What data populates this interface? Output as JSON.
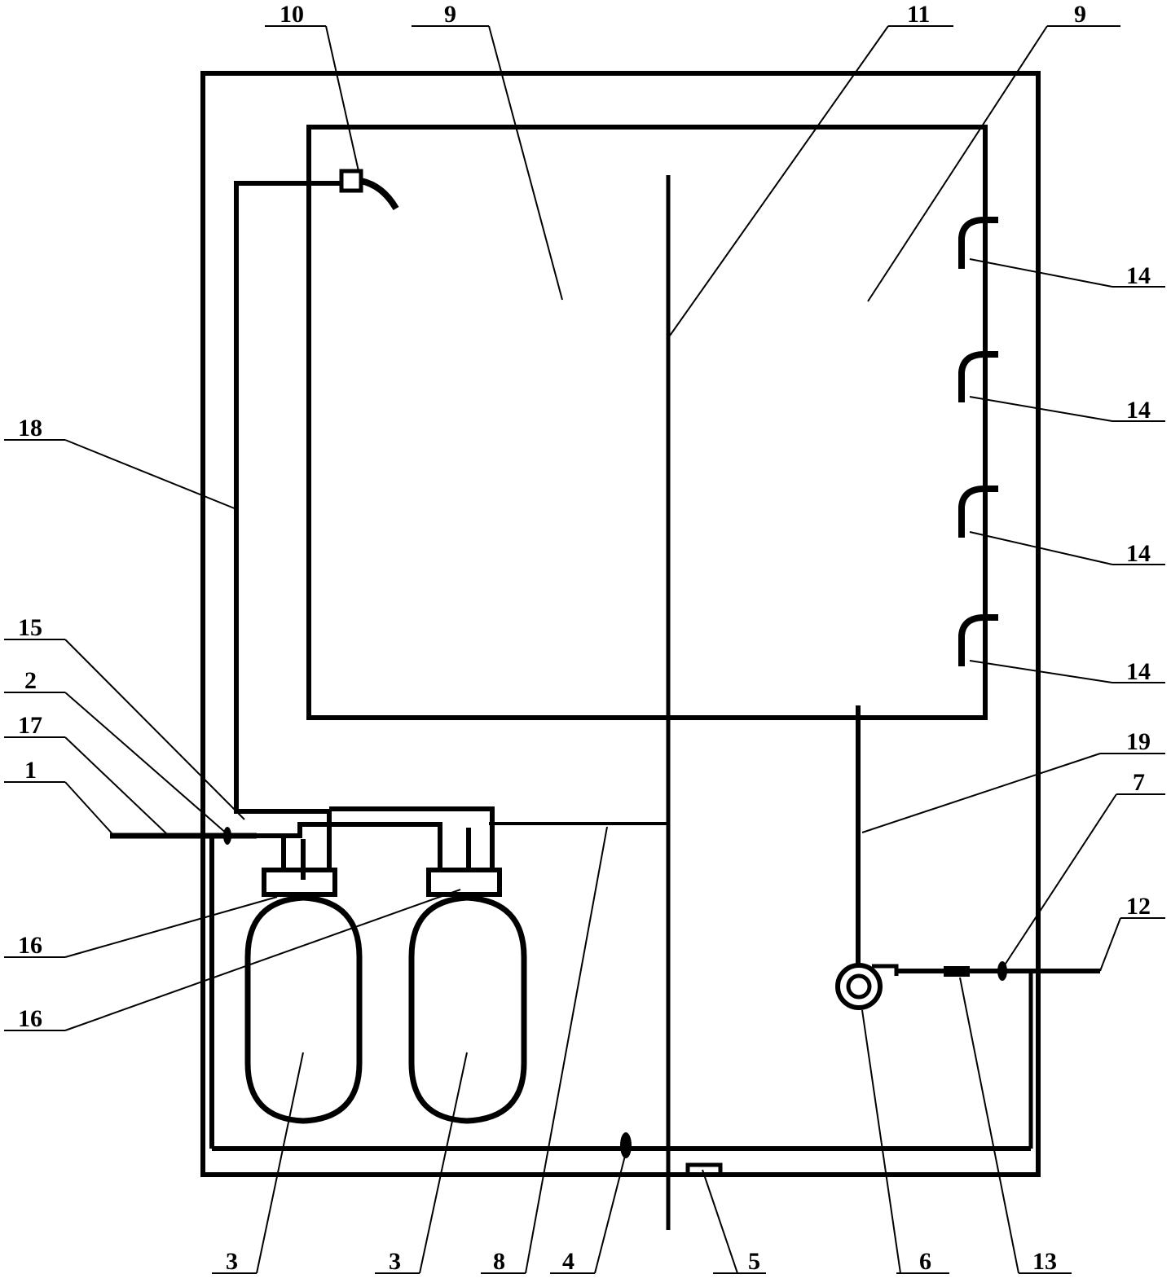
{
  "labels": {
    "l10": "10",
    "l9a": "9",
    "l11": "11",
    "l9b": "9",
    "l14a": "14",
    "l14b": "14",
    "l14c": "14",
    "l14d": "14",
    "l18": "18",
    "l15": "15",
    "l2": "2",
    "l17": "17",
    "l1": "1",
    "l19": "19",
    "l7": "7",
    "l12": "12",
    "l16a": "16",
    "l16b": "16",
    "l3a": "3",
    "l3b": "3",
    "l8": "8",
    "l4": "4",
    "l5": "5",
    "l6": "6",
    "l13": "13"
  }
}
